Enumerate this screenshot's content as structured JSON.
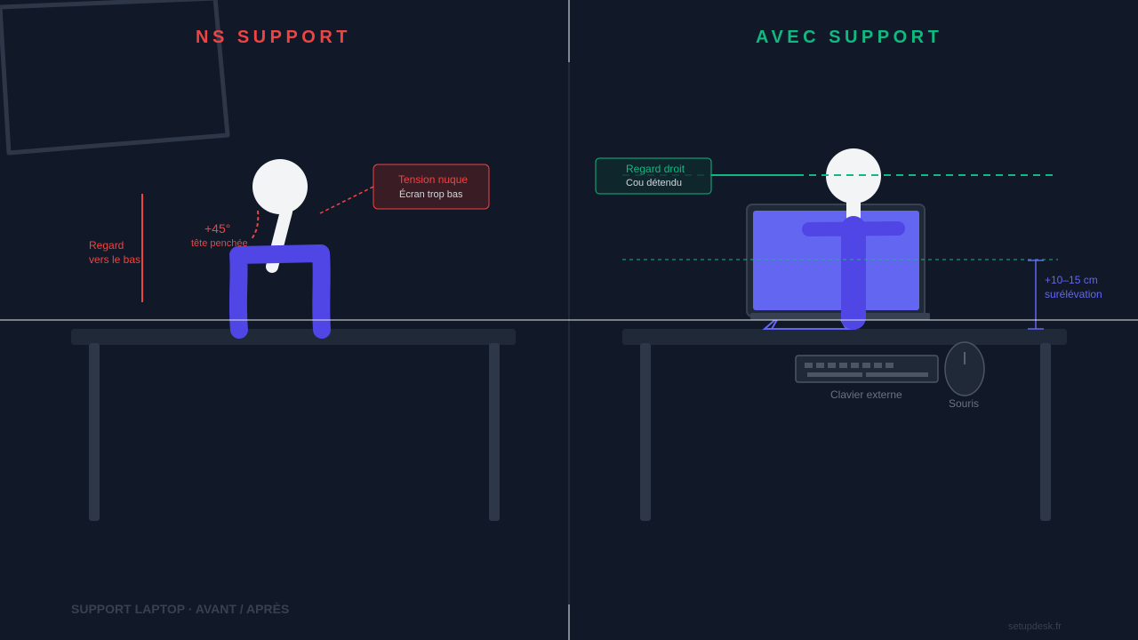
{
  "panels": {
    "left": {
      "heading": "NS SUPPORT",
      "gaze_label_line1": "Regard",
      "gaze_label_line2": "vers le bas",
      "angle_label": "+45°",
      "angle_sub": "tête penchée",
      "callout_title": "Tension nuque",
      "callout_sub": "Écran trop bas"
    },
    "right": {
      "heading": "AVEC SUPPORT",
      "callout_title": "Regard droit",
      "callout_sub": "Cou détendu",
      "elevation_line1": "+10–15 cm",
      "elevation_line2": "surélévation",
      "keyboard_label": "Clavier externe",
      "mouse_label": "Souris"
    }
  },
  "footer": {
    "title": "SUPPORT LAPTOP · AVANT / APRÈS",
    "site": "setupdesk.fr"
  },
  "colors": {
    "background": "#111827",
    "bad": "#ef4444",
    "good": "#10b981",
    "accent": "#6366f1",
    "body": "#4f46e5",
    "desk": "#1f2937",
    "leg": "#2d3748",
    "head": "#f3f4f6"
  }
}
